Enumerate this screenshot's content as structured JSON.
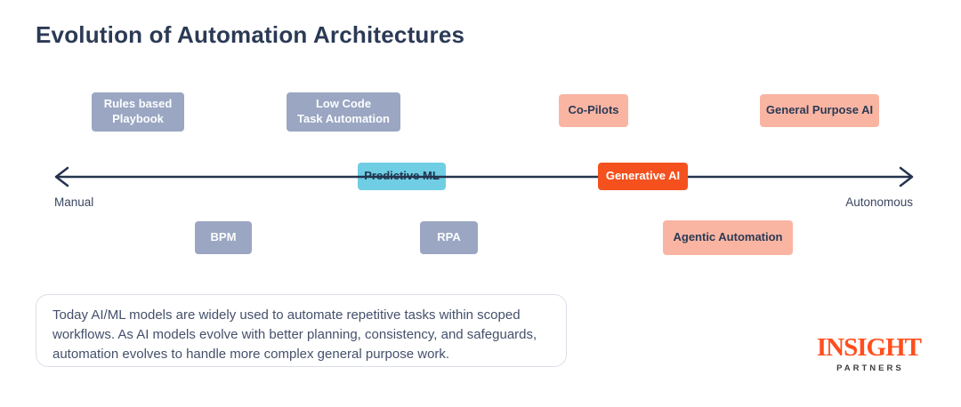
{
  "page": {
    "title": "Evolution of Automation Architectures"
  },
  "timeline": {
    "left_label": "Manual",
    "right_label": "Autonomous",
    "boxes": [
      {
        "id": "rules-based-playbook",
        "label": "Rules based\nPlaybook",
        "row": "above",
        "style": "gray"
      },
      {
        "id": "low-code-task-automation",
        "label": "Low Code\nTask Automation",
        "row": "above",
        "style": "gray"
      },
      {
        "id": "co-pilots",
        "label": "Co-Pilots",
        "row": "above",
        "style": "salmon"
      },
      {
        "id": "general-purpose-ai",
        "label": "General Purpose AI",
        "row": "above",
        "style": "salmon"
      },
      {
        "id": "predictive-ml",
        "label": "Predictive ML",
        "row": "axis",
        "style": "cyan"
      },
      {
        "id": "generative-ai",
        "label": "Generative AI",
        "row": "axis",
        "style": "orange"
      },
      {
        "id": "bpm",
        "label": "BPM",
        "row": "below",
        "style": "gray"
      },
      {
        "id": "rpa",
        "label": "RPA",
        "row": "below",
        "style": "gray"
      },
      {
        "id": "agentic-automation",
        "label": "Agentic Automation",
        "row": "below",
        "style": "salmon"
      }
    ]
  },
  "callout": {
    "text": "Today AI/ML models are widely used to automate repetitive tasks within scoped workflows. As AI models evolve with better planning, consistency, and safeguards, automation evolves to handle more complex general purpose work."
  },
  "logo": {
    "primary": "INSIGHT",
    "secondary": "PARTNERS"
  },
  "colors": {
    "title_navy": "#2B3A55",
    "gray_box": "#9AA6C2",
    "salmon_box": "#F9B5A2",
    "cyan_box": "#6FCEE3",
    "orange_box": "#F4511E",
    "axis_line": "#25334E",
    "body_text": "#44506B",
    "callout_border": "#DADFE8",
    "logo_orange": "#FF4E1E",
    "logo_gray": "#3E3E3D"
  }
}
